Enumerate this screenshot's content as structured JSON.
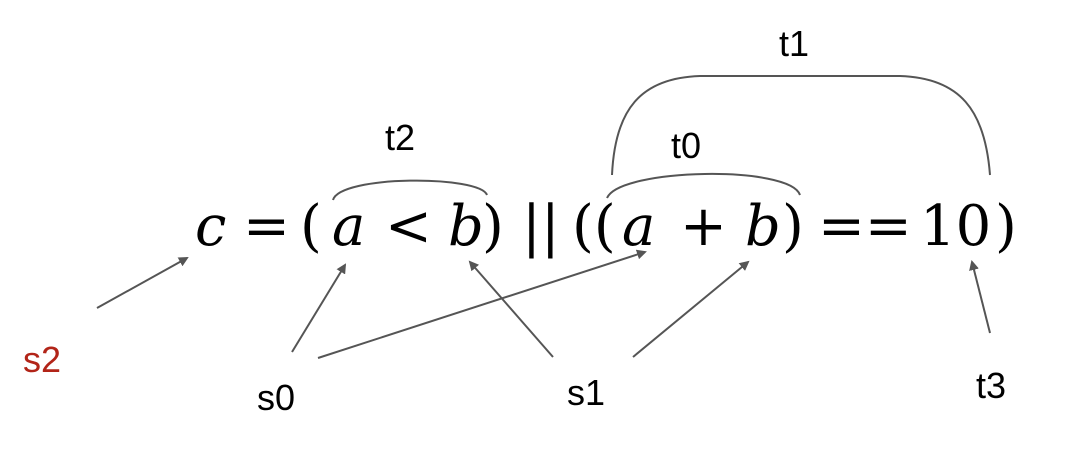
{
  "equation": {
    "lhs": "c",
    "eq": "=",
    "open1": "(",
    "a1": "a",
    "lt": "<",
    "b1": "b",
    "close1": ")",
    "or": "||",
    "open2": "((",
    "a2": "a",
    "plus": "+",
    "b2": "b",
    "close2": ")",
    "eqeq": "==",
    "ten": "10",
    "close3": ")"
  },
  "labels": {
    "t0": "t0",
    "t1": "t1",
    "t2": "t2",
    "t3": "t3",
    "s0": "s0",
    "s1": "s1",
    "s2": "s2"
  },
  "colors": {
    "highlight": "#b22418",
    "lines": "#555555"
  }
}
